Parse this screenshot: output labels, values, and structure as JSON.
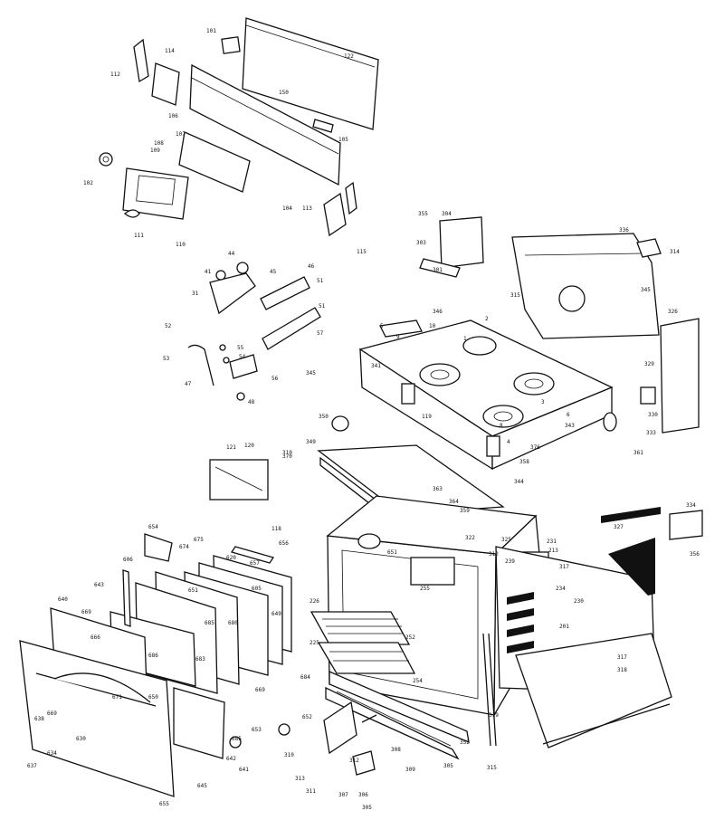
{
  "diagram": {
    "callouts": {
      "top": [
        "101",
        "122",
        "114",
        "112",
        "150",
        "106",
        "105",
        "107",
        "108",
        "102",
        "109",
        "110",
        "111",
        "104",
        "113",
        "115"
      ],
      "controls": [
        "44",
        "41",
        "45",
        "46",
        "31",
        "51",
        "51",
        "52",
        "56",
        "55",
        "54",
        "53",
        "48",
        "47",
        "57"
      ],
      "cooktop": [
        "350",
        "310",
        "355",
        "5",
        "10",
        "9",
        "2",
        "1",
        "346",
        "341",
        "345",
        "119",
        "120",
        "121",
        "118",
        "6",
        "8",
        "3",
        "4",
        "343",
        "327",
        "317",
        "358",
        "344",
        "376",
        "370",
        "349",
        "363",
        "364",
        "359",
        "304",
        "303",
        "301",
        "333"
      ],
      "oven": [
        "651",
        "225",
        "226",
        "252",
        "255",
        "254",
        "325",
        "322",
        "312",
        "239",
        "231",
        "213",
        "230",
        "201",
        "234",
        "345",
        "326",
        "329",
        "330",
        "336",
        "314",
        "315",
        "334",
        "361",
        "356",
        "319"
      ],
      "door": [
        "654",
        "675",
        "674",
        "656",
        "606",
        "620",
        "657",
        "605",
        "649",
        "651",
        "643",
        "640",
        "669",
        "685",
        "666",
        "680",
        "683",
        "669",
        "686",
        "671",
        "630",
        "634",
        "637",
        "638",
        "669",
        "645",
        "641",
        "650",
        "652",
        "653",
        "684",
        "642",
        "685",
        "655"
      ],
      "bottom": [
        "310",
        "311",
        "313",
        "308",
        "309",
        "312",
        "306",
        "305",
        "307",
        "352",
        "315",
        "317",
        "305",
        "318"
      ]
    }
  }
}
